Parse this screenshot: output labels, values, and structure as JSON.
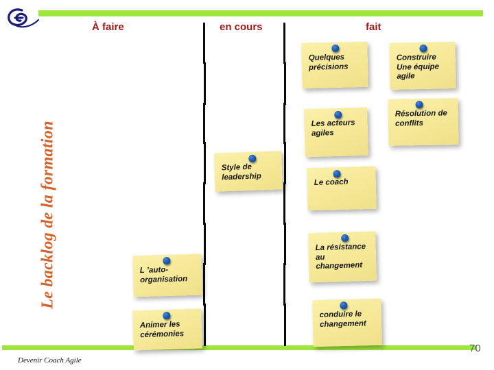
{
  "slide": {
    "side_title": "Le backlog de la formation",
    "footer_text": "Devenir Coach Agile",
    "page_number": "70",
    "accent_green": "#9EE63C",
    "heading_red": "#A01818",
    "side_title_orange": "#D2622A",
    "note_yellow": "#F6E999",
    "pin_blue": "#1F5FB5",
    "logo_navy": "#1B1B7A"
  },
  "board": {
    "columns": [
      {
        "key": "todo",
        "label": "À faire"
      },
      {
        "key": "doing",
        "label": "en cours"
      },
      {
        "key": "done",
        "label": "fait"
      }
    ],
    "notes": [
      {
        "id": "quelques",
        "column": "done",
        "text": "Quelques précisions"
      },
      {
        "id": "construire",
        "column": "done",
        "text": "Construire Une équipe agile"
      },
      {
        "id": "acteurs",
        "column": "done",
        "text": "Les acteurs agiles"
      },
      {
        "id": "resolution",
        "column": "done",
        "text": "Résolution de conflits"
      },
      {
        "id": "style",
        "column": "doing",
        "text": "Style de leadership"
      },
      {
        "id": "coach",
        "column": "done",
        "text": "Le coach"
      },
      {
        "id": "resistance",
        "column": "done",
        "text": "La résistance au changement"
      },
      {
        "id": "auto",
        "column": "todo",
        "text": "L ’auto-organisation"
      },
      {
        "id": "conduire",
        "column": "done",
        "text": "conduire le changement"
      },
      {
        "id": "ceremonies",
        "column": "todo",
        "text": "Animer les cérémonies"
      }
    ]
  }
}
